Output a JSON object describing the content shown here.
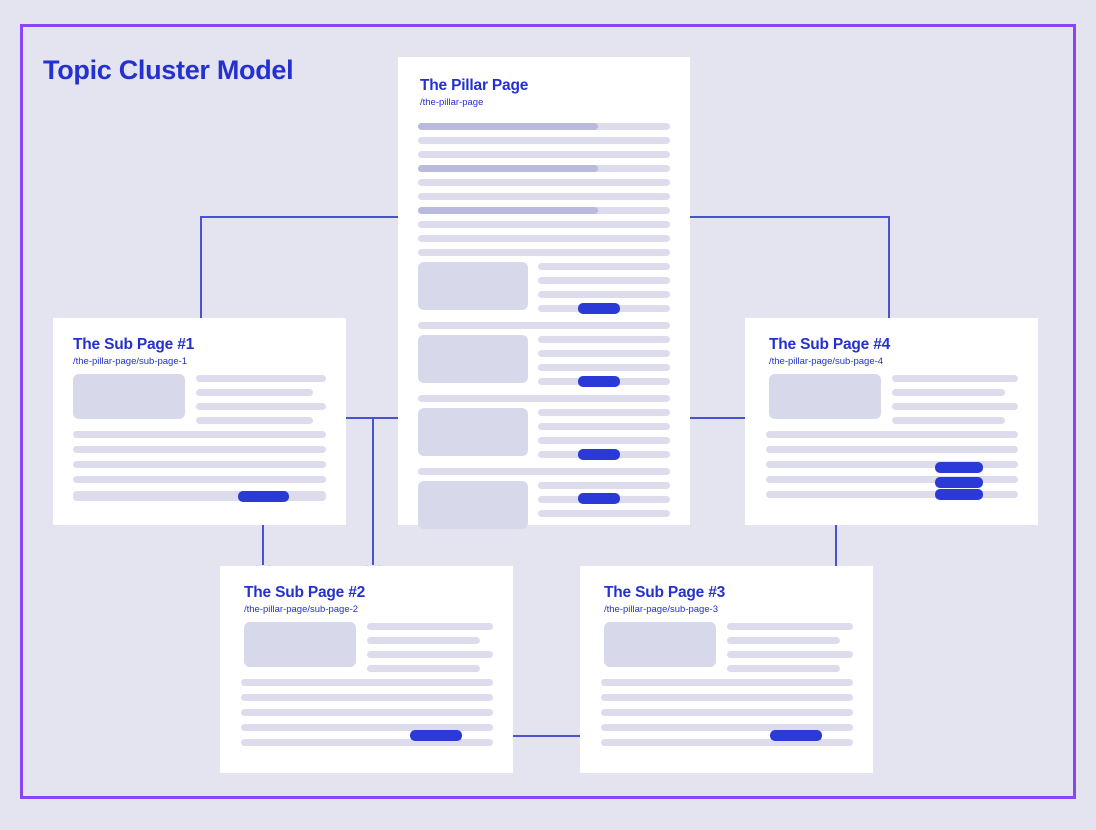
{
  "diagram": {
    "title": "Topic Cluster Model",
    "type": "topic-cluster-seo-diagram",
    "colors": {
      "background": "#e4e4f0",
      "frame_border": "#8b44f7",
      "accent_blue": "#2430cf",
      "link_blue": "#2b3ad6",
      "connector": "#4a52cf",
      "bar_light": "#dcdcec",
      "bar_dark": "#b9bade",
      "image_placeholder": "#d7d8e9",
      "card_background": "#ffffff"
    }
  },
  "cards": {
    "pillar": {
      "title": "The Pillar Page",
      "url": "/the-pillar-page",
      "role": "pillar"
    },
    "sub1": {
      "title": "The Sub Page #1",
      "url": "/the-pillar-page/sub-page-1",
      "role": "cluster"
    },
    "sub2": {
      "title": "The Sub Page #2",
      "url": "/the-pillar-page/sub-page-2",
      "role": "cluster"
    },
    "sub3": {
      "title": "The Sub Page #3",
      "url": "/the-pillar-page/sub-page-3",
      "role": "cluster"
    },
    "sub4": {
      "title": "The Sub Page #4",
      "url": "/the-pillar-page/sub-page-4",
      "role": "cluster"
    }
  },
  "links": [
    {
      "from": "pillar",
      "to": "sub1",
      "kind": "arrow-left"
    },
    {
      "from": "pillar",
      "to": "sub4",
      "kind": "line"
    },
    {
      "from": "pillar",
      "to": "sub2",
      "kind": "arrow-down"
    },
    {
      "from": "sub1",
      "to": "pillar",
      "kind": "bracket-top-left"
    },
    {
      "from": "sub4",
      "to": "pillar",
      "kind": "bracket-top-right"
    },
    {
      "from": "sub1",
      "to": "sub2",
      "kind": "arrow-down"
    },
    {
      "from": "sub2",
      "to": "sub3",
      "kind": "arrow-right"
    },
    {
      "from": "sub4",
      "to": "sub3",
      "kind": "arrow-both-vertical"
    }
  ]
}
